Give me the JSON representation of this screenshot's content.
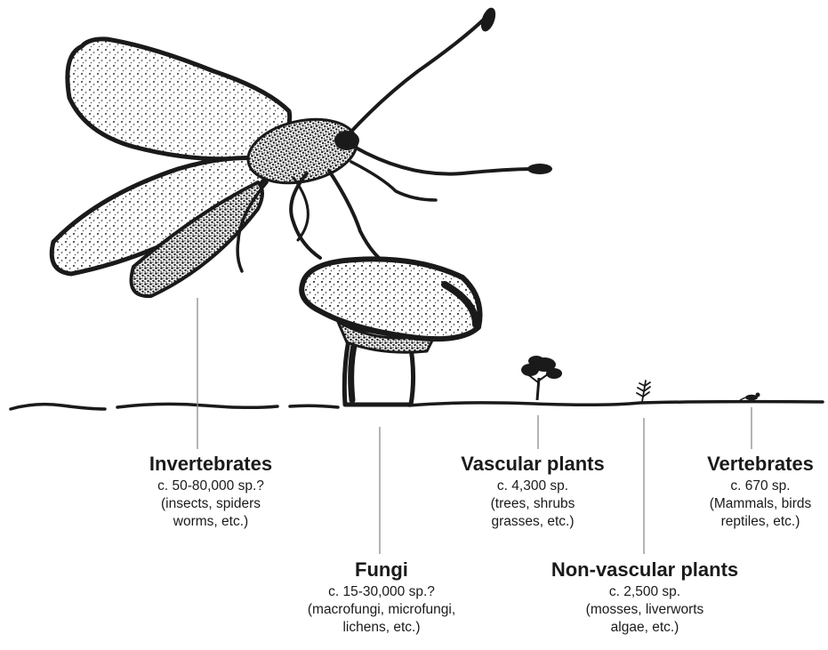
{
  "groups": {
    "invertebrates": {
      "name": "Invertebrates",
      "count": "c. 50-80,000 sp.?",
      "examples_1": "(insects, spiders",
      "examples_2": "worms, etc.)"
    },
    "fungi": {
      "name": "Fungi",
      "count": "c. 15-30,000 sp.?",
      "examples_1": "(macrofungi, microfungi,",
      "examples_2": "lichens, etc.)"
    },
    "vascular_plants": {
      "name": "Vascular plants",
      "count": "c. 4,300 sp.",
      "examples_1": "(trees, shrubs",
      "examples_2": "grasses, etc.)"
    },
    "non_vascular_plants": {
      "name": "Non-vascular plants",
      "count": "c. 2,500 sp.",
      "examples_1": "(mosses, liverworts",
      "examples_2": "algae, etc.)"
    },
    "vertebrates": {
      "name": "Vertebrates",
      "count": "c. 670 sp.",
      "examples_1": "(Mammals, birds",
      "examples_2": "reptiles, etc.)"
    }
  },
  "colors": {
    "ink": "#1a1a1a",
    "pointer": "#8c8c8c",
    "background": "#ffffff"
  },
  "icons": [
    "moth-illustration",
    "mushroom-illustration",
    "tree-illustration",
    "moss-sprig-illustration",
    "small-animal-illustration"
  ]
}
